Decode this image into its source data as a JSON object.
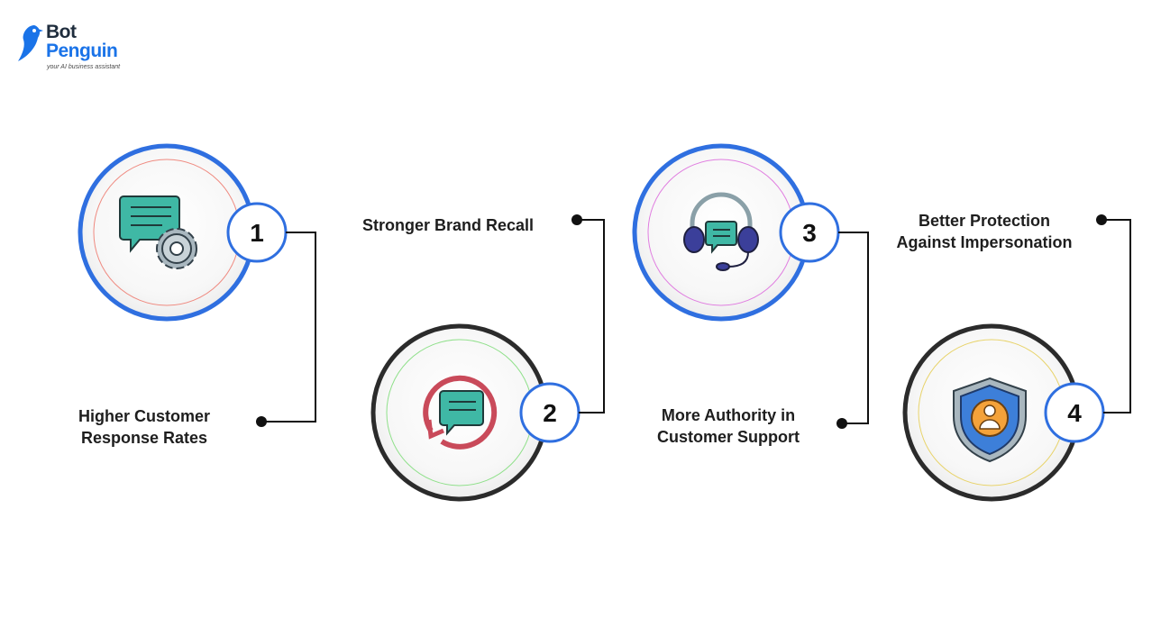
{
  "brand": {
    "name_line1": "Bot",
    "name_line2": "Penguin",
    "tagline": "your AI business assistant"
  },
  "steps": [
    {
      "number": "1",
      "label_line1": "Higher Customer",
      "label_line2": "Response Rates",
      "icon": "chat-gear-icon"
    },
    {
      "number": "2",
      "label_line1": "Stronger Brand Recall",
      "label_line2": "",
      "icon": "chat-refresh-icon"
    },
    {
      "number": "3",
      "label_line1": "More Authority in",
      "label_line2": "Customer Support",
      "icon": "headset-icon"
    },
    {
      "number": "4",
      "label_line1": "Better Protection",
      "label_line2": "Against Impersonation",
      "icon": "shield-user-icon"
    }
  ],
  "colors": {
    "blue": "#2f6fe0",
    "dark_ring": "#2b2b2b",
    "teal": "#3fb8a5",
    "red_arrow": "#c94a5a",
    "navy": "#3b3f9a",
    "shield_blue": "#3d7fd9",
    "orange": "#f4a23a"
  }
}
